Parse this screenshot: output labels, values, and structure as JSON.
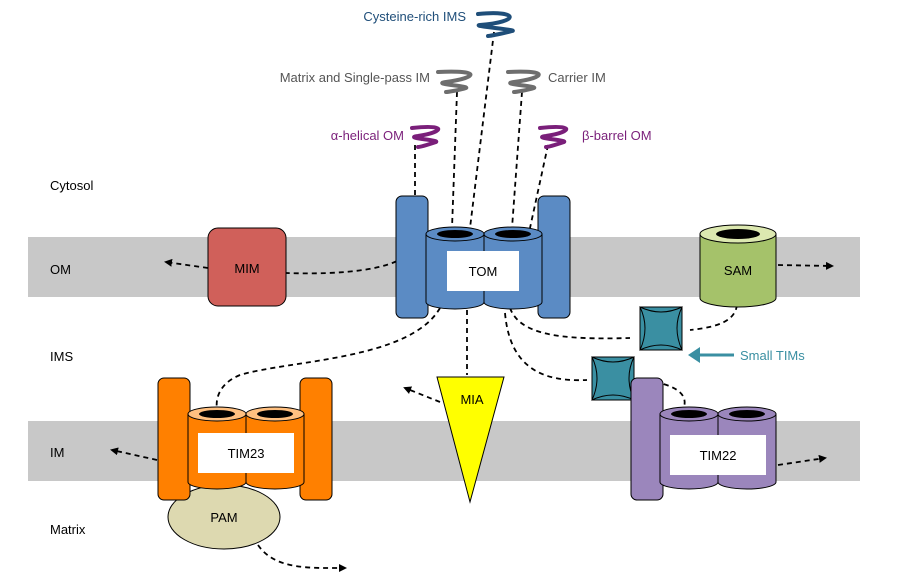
{
  "compartments": {
    "cytosol": "Cytosol",
    "om": "OM",
    "ims": "IMS",
    "im": "IM",
    "matrix": "Matrix"
  },
  "precursors": {
    "cysteine_rich_ims": "Cysteine-rich IMS",
    "matrix_single_pass_im": "Matrix and Single-pass IM",
    "carrier_im": "Carrier IM",
    "alpha_helical_om": "α-helical OM",
    "beta_barrel_om": "β-barrel OM"
  },
  "complexes": {
    "tom": "TOM",
    "mim": "MIM",
    "sam": "SAM",
    "mia": "MIA",
    "tim23": "TIM23",
    "tim22": "TIM22",
    "pam": "PAM",
    "small_tims": "Small TIMs"
  },
  "colors": {
    "membrane": "#c8c8c8",
    "tom": "#5b8bc4",
    "mim": "#d0605a",
    "sam": "#a5c26a",
    "mia": "#ffff00",
    "tim23": "#ff8000",
    "tim22": "#9b86bc",
    "pam": "#ddd9b0",
    "small_tims": "#3a8fa2",
    "cysteine_rich": "#1f4e79",
    "grey_precursor": "#6e6e6e",
    "purple_precursor": "#7a1f7a"
  }
}
